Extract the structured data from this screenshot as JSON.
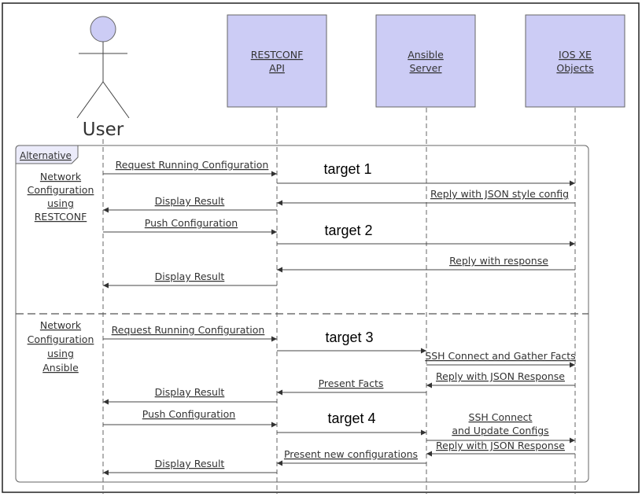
{
  "actor": {
    "name": "User"
  },
  "participants": {
    "restconf": [
      "RESTCONF",
      "API"
    ],
    "ansible": [
      "Ansible",
      "Server"
    ],
    "iosxe": [
      "IOS XE",
      "Objects"
    ]
  },
  "fragment": {
    "label": "Alternative"
  },
  "section1": {
    "label": [
      "Network",
      "Configuration",
      "using",
      "RESTCONF"
    ],
    "messages": {
      "m1": "Request Running Configuration",
      "m2": "target 1",
      "m3": "Reply with JSON style config",
      "m4": "Display Result",
      "m5": "Push Configuration",
      "m6": "target 2",
      "m7": "Reply with response",
      "m8": "Display Result"
    }
  },
  "section2": {
    "label": [
      "Network",
      "Configuration",
      "using",
      "Ansible"
    ],
    "messages": {
      "m1": "Request Running Configuration",
      "m2": "target 3",
      "m3": "SSH Connect and Gather Facts",
      "m4": "Reply with JSON Response",
      "m5": "Present Facts",
      "m6": "Display Result",
      "m7": "Push Configuration",
      "m8": "target 4",
      "m9": [
        "SSH Connect",
        "and Update Configs"
      ],
      "m10": "Reply with JSON Response",
      "m11": "Present new configurations",
      "m12": "Display Result"
    }
  },
  "colors": {
    "participant_fill": "#ccccf5",
    "participant_stroke": "#666666",
    "line": "#444444",
    "fragment_label_fill": "#ebebfa"
  }
}
